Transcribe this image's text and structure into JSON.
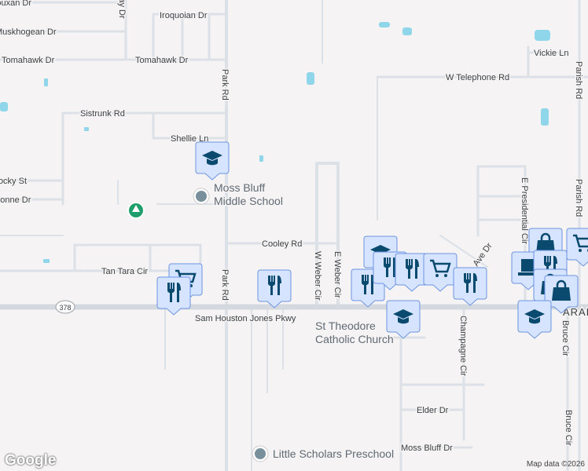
{
  "map": {
    "roads": {
      "siouxan": "Siouxan Dr",
      "iroquoian": "Iroquoian Dr",
      "muskhogean": "Muskhogean Dr",
      "tomahawk_w": "Tomahawk Dr",
      "tomahawk_e": "Tomahawk Dr",
      "bay": "Bay Dr",
      "park_n": "Park Rd",
      "park_s": "Park Rd",
      "sistrunk": "Sistrunk Rd",
      "shellie": "Shellie Ln",
      "rocky": "Rocky St",
      "yvonne": "Yvonne Dr",
      "cooley": "Cooley Rd",
      "tan_tara": "Tan Tara Cir",
      "w_weber": "W Weber Cir",
      "e_weber": "E Weber Cir",
      "highway": "Sam Houston Jones Pkwy",
      "highway_shield": "378",
      "w_telephone": "W Telephone Rd",
      "vickie": "Vickie Ln",
      "parish_n": "Parish Rd",
      "parish_s": "Parish Rd",
      "e_presidential": "E Presidential Cir",
      "champagne": "Champagne Cir",
      "bruce_n": "Bruce Cir",
      "bruce_s": "Bruce Cir",
      "elder": "Elder Dr",
      "moss_bluff": "Moss Bluff Dr",
      "ave": "Ave Dr",
      "arap": "ARAP"
    },
    "pois": {
      "middle_school_1": "Moss Bluff",
      "middle_school_2": "Middle School",
      "church_1": "St Theodore",
      "church_2": "Catholic Church",
      "preschool": "Little Scholars Preschool"
    },
    "markers": [
      {
        "icon": "school-icon"
      },
      {
        "icon": "shopping-cart-icon"
      },
      {
        "icon": "restaurant-icon"
      },
      {
        "icon": "restaurant-icon"
      },
      {
        "icon": "school-icon"
      },
      {
        "icon": "restaurant-icon"
      },
      {
        "icon": "restaurant-icon"
      },
      {
        "icon": "restaurant-icon"
      },
      {
        "icon": "shopping-cart-icon"
      },
      {
        "icon": "restaurant-icon"
      },
      {
        "icon": "school-icon"
      },
      {
        "icon": "shopping-bag-icon"
      },
      {
        "icon": "shopping-cart-icon"
      },
      {
        "icon": "laptop-icon"
      },
      {
        "icon": "restaurant-icon"
      },
      {
        "icon": "shopping-bag-icon"
      },
      {
        "icon": "shopping-bag-icon"
      },
      {
        "icon": "school-icon"
      }
    ],
    "colors": {
      "marker_fill": "#d6e4ff",
      "marker_border": "#6c94e0",
      "marker_icon": "#0b4a6f",
      "park": "#1e9e6a",
      "water": "#8fd6ea"
    }
  },
  "footer": {
    "logo": "Google",
    "attribution": "Map data ©2026"
  }
}
